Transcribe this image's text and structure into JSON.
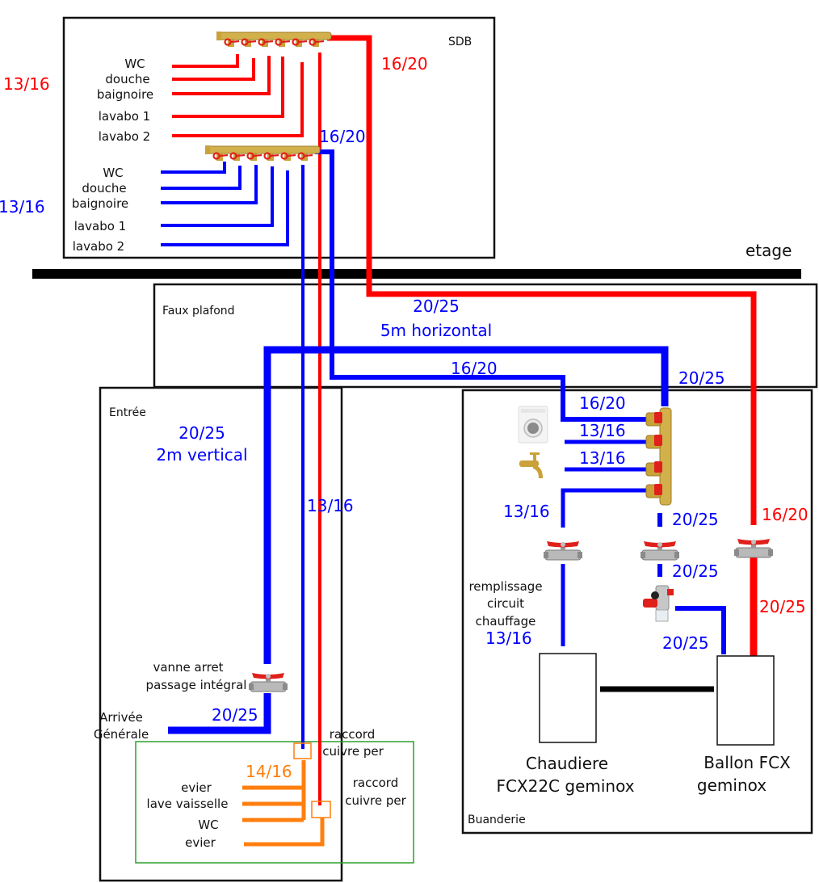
{
  "colors": {
    "hot": "#ff0000",
    "cold": "#0000ff",
    "kitchen": "#ff7f0e",
    "wall": "#111111",
    "zone_green": "#2ca02c",
    "brass": "#c9a23a",
    "valve_handle": "#e0201a"
  },
  "rooms": {
    "sdb": "SDB",
    "etage": "etage",
    "faux_plafond": "Faux plafond",
    "entree": "Entrée",
    "buanderie": "Buanderie"
  },
  "sdb": {
    "hot_main_size": "16/20",
    "hot_branch_size": "13/16",
    "cold_main_size": "16/20",
    "cold_branch_size": "13/16",
    "hot_outlets": [
      "WC",
      "douche",
      "baignoire",
      "lavabo 1",
      "lavabo 2"
    ],
    "cold_outlets": [
      "WC",
      "douche",
      "baignoire",
      "lavabo 1",
      "lavabo 2"
    ]
  },
  "faux_plafond": {
    "main_size": "20/25",
    "main_note": "5m horizontal",
    "feed_size": "16/20",
    "drop_size": "20/25"
  },
  "entree": {
    "main_size": "20/25",
    "main_note": "2m vertical",
    "riser_size": "13/16",
    "valve_label_line1": "vanne arret",
    "valve_label_line2": "passage intégral",
    "inlet_size": "20/25",
    "inlet_label_line1": "Arrivée",
    "inlet_label_line2": "Générale",
    "fitting1_line1": "raccord",
    "fitting1_line2": "cuivre per",
    "fitting2_line1": "raccord",
    "fitting2_line2": "cuivre per",
    "kitchen_size": "14/16",
    "kitchen_outlets": [
      "evier",
      "lave vaisselle",
      "WC",
      "evier"
    ]
  },
  "buanderie": {
    "manifold_in_size": "16/20",
    "washer_size": "13/16",
    "tap_size": "13/16",
    "fill_size": "13/16",
    "fill_label_line1": "remplissage",
    "fill_label_line2": "circuit",
    "fill_label_line3": "chauffage",
    "fill_size_bottom": "13/16",
    "cold_to_group_size_1": "20/25",
    "cold_to_group_size_2": "20/25",
    "cold_to_tank_size": "20/25",
    "hot_in_size": "16/20",
    "hot_out_size": "20/25",
    "boiler_line1": "Chaudiere",
    "boiler_line2": "FCX22C geminox",
    "tank_line1": "Ballon FCX",
    "tank_line2": "geminox"
  }
}
